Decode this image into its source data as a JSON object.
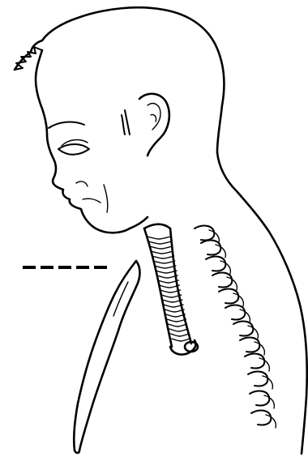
{
  "figure": {
    "subject": "head-neck-profile-with-airway-and-spine",
    "ink_color": "#000000",
    "background": "#ffffff"
  },
  "indicator": {
    "style": "dashed-line",
    "dash_count": 5
  }
}
